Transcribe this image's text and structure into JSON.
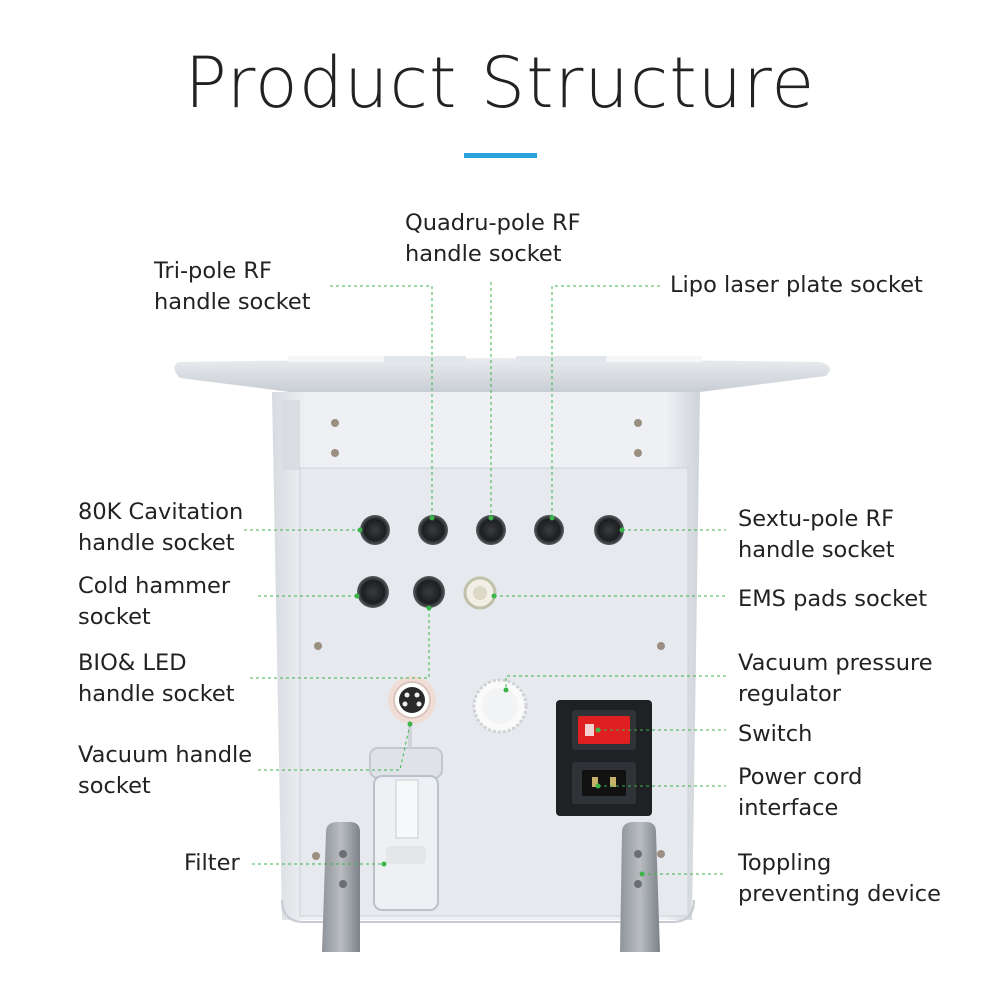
{
  "title": "Product Structure",
  "colors": {
    "accent": "#2aa0dc",
    "leader": "#3bb54a",
    "switch": "#e02020"
  },
  "labels": {
    "tri_pole_rf": "Tri-pole RF\nhandle socket",
    "quadru_pole_rf": "Quadru-pole RF\nhandle socket",
    "lipo_laser": "Lipo laser plate socket",
    "cavitation_80k": "80K Cavitation\nhandle socket",
    "cold_hammer": "Cold hammer\nsocket",
    "bio_led": "BIO& LED\nhandle socket",
    "vacuum_handle": "Vacuum handle\nsocket",
    "filter": "Filter",
    "sextu_pole_rf": "Sextu-pole RF\nhandle socket",
    "ems_pads": "EMS pads socket",
    "vacuum_regulator": "Vacuum pressure\nregulator",
    "switch": "Switch",
    "power_cord": "Power cord\ninterface",
    "toppling": "Toppling\npreventing device"
  }
}
